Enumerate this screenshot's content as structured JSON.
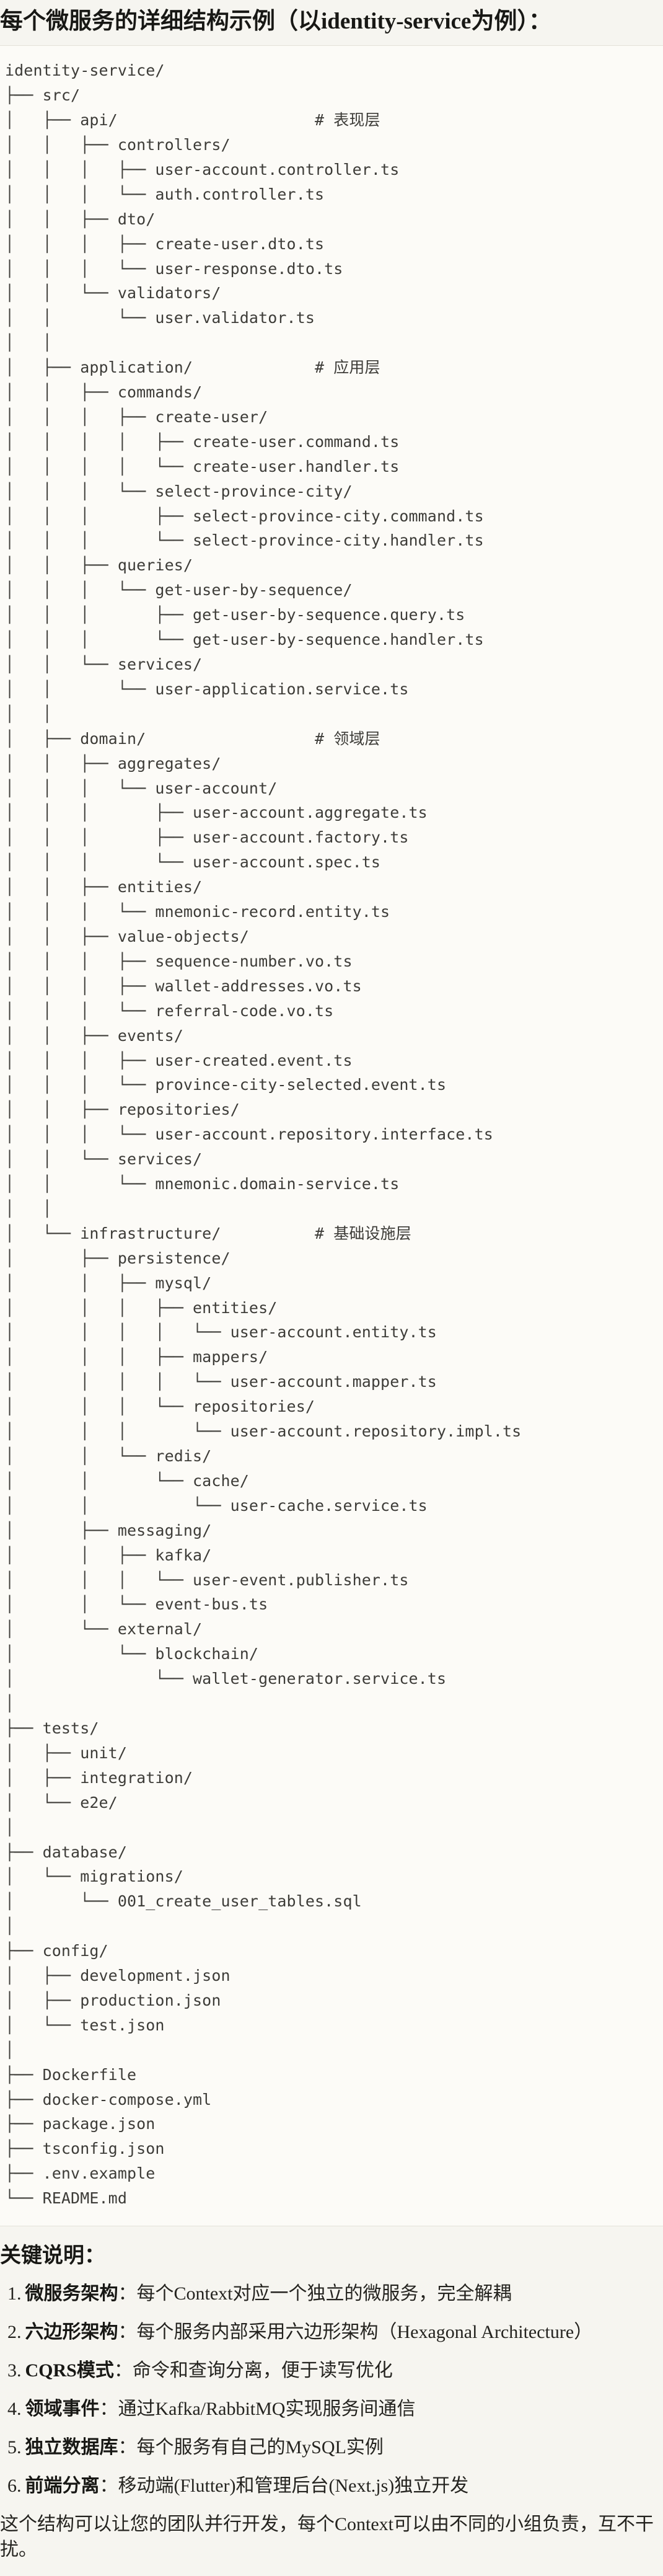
{
  "page": {
    "title": "每个微服务的详细结构示例（以identity-service为例）：",
    "notes_heading": "关键说明：",
    "closing": "这个结构可以让您的团队并行开发，每个Context可以由不同的小组负责，互不干扰。"
  },
  "colors": {
    "page_bg": "#F6F5F0",
    "code_bg": "#FCFBF7",
    "divider": "#E4E2D9",
    "heading_text": "#181815",
    "body_text": "#24231F",
    "code_text": "#3D3C38"
  },
  "code_block": {
    "root": "identity-service/",
    "layer_comments": [
      "# 表现层",
      "# 应用层",
      "# 领域层",
      "# 基础设施层"
    ],
    "tree_lines": [
      "identity-service/",
      "├── src/",
      "│   ├── api/                     # 表现层",
      "│   │   ├── controllers/",
      "│   │   │   ├── user-account.controller.ts",
      "│   │   │   └── auth.controller.ts",
      "│   │   ├── dto/",
      "│   │   │   ├── create-user.dto.ts",
      "│   │   │   └── user-response.dto.ts",
      "│   │   └── validators/",
      "│   │       └── user.validator.ts",
      "│   │",
      "│   ├── application/             # 应用层",
      "│   │   ├── commands/",
      "│   │   │   ├── create-user/",
      "│   │   │   │   ├── create-user.command.ts",
      "│   │   │   │   └── create-user.handler.ts",
      "│   │   │   └── select-province-city/",
      "│   │   │       ├── select-province-city.command.ts",
      "│   │   │       └── select-province-city.handler.ts",
      "│   │   ├── queries/",
      "│   │   │   └── get-user-by-sequence/",
      "│   │   │       ├── get-user-by-sequence.query.ts",
      "│   │   │       └── get-user-by-sequence.handler.ts",
      "│   │   └── services/",
      "│   │       └── user-application.service.ts",
      "│   │",
      "│   ├── domain/                  # 领域层",
      "│   │   ├── aggregates/",
      "│   │   │   └── user-account/",
      "│   │   │       ├── user-account.aggregate.ts",
      "│   │   │       ├── user-account.factory.ts",
      "│   │   │       └── user-account.spec.ts",
      "│   │   ├── entities/",
      "│   │   │   └── mnemonic-record.entity.ts",
      "│   │   ├── value-objects/",
      "│   │   │   ├── sequence-number.vo.ts",
      "│   │   │   ├── wallet-addresses.vo.ts",
      "│   │   │   └── referral-code.vo.ts",
      "│   │   ├── events/",
      "│   │   │   ├── user-created.event.ts",
      "│   │   │   └── province-city-selected.event.ts",
      "│   │   ├── repositories/",
      "│   │   │   └── user-account.repository.interface.ts",
      "│   │   └── services/",
      "│   │       └── mnemonic.domain-service.ts",
      "│   │",
      "│   └── infrastructure/          # 基础设施层",
      "│       ├── persistence/",
      "│       │   ├── mysql/",
      "│       │   │   ├── entities/",
      "│       │   │   │   └── user-account.entity.ts",
      "│       │   │   ├── mappers/",
      "│       │   │   │   └── user-account.mapper.ts",
      "│       │   │   └── repositories/",
      "│       │   │       └── user-account.repository.impl.ts",
      "│       │   └── redis/",
      "│       │       └── cache/",
      "│       │           └── user-cache.service.ts",
      "│       ├── messaging/",
      "│       │   ├── kafka/",
      "│       │   │   └── user-event.publisher.ts",
      "│       │   └── event-bus.ts",
      "│       └── external/",
      "│           └── blockchain/",
      "│               └── wallet-generator.service.ts",
      "│",
      "├── tests/",
      "│   ├── unit/",
      "│   ├── integration/",
      "│   └── e2e/",
      "│",
      "├── database/",
      "│   └── migrations/",
      "│       └── 001_create_user_tables.sql",
      "│",
      "├── config/",
      "│   ├── development.json",
      "│   ├── production.json",
      "│   └── test.json",
      "│",
      "├── Dockerfile",
      "├── docker-compose.yml",
      "├── package.json",
      "├── tsconfig.json",
      "├── .env.example",
      "└── README.md"
    ]
  },
  "notes": {
    "items": [
      {
        "num": "1.",
        "term": "微服务架构",
        "desc": "：每个Context对应一个独立的微服务，完全解耦"
      },
      {
        "num": "2.",
        "term": "六边形架构",
        "desc": "：每个服务内部采用六边形架构（Hexagonal Architecture）"
      },
      {
        "num": "3.",
        "term": "CQRS模式",
        "desc": "：命令和查询分离，便于读写优化"
      },
      {
        "num": "4.",
        "term": "领域事件",
        "desc": "：通过Kafka/RabbitMQ实现服务间通信"
      },
      {
        "num": "5.",
        "term": "独立数据库",
        "desc": "：每个服务有自己的MySQL实例"
      },
      {
        "num": "6.",
        "term": "前端分离",
        "desc": "：移动端(Flutter)和管理后台(Next.js)独立开发"
      }
    ]
  }
}
